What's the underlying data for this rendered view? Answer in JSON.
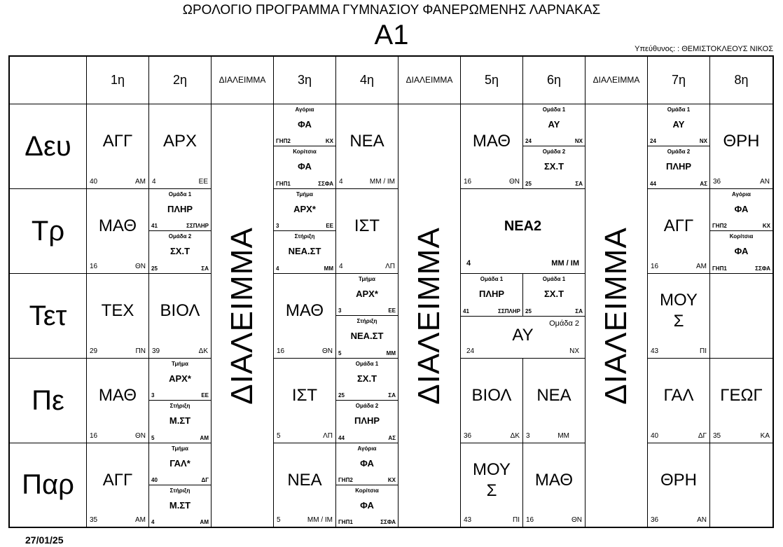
{
  "header": {
    "title": "ΩΡΟΛΟΓΙΟ ΠΡΟΓΡΑΜΜΑ ΓΥΜΝΑΣΙΟΥ ΦΑΝΕΡΩΜΕΝΗΣ ΛΑΡΝΑΚΑΣ",
    "class_name": "Α1",
    "responsible": "Υπεύθυνος: : ΘΕΜΙΣΤΟΚΛΕΟΥΣ ΝΙΚΟΣ"
  },
  "footer": {
    "date": "27/01/25"
  },
  "columns": {
    "p1": "1η",
    "p2": "2η",
    "b1": "ΔΙΑΛΕΙΜΜΑ",
    "p3": "3η",
    "p4": "4η",
    "b2": "ΔΙΑΛΕΙΜΜΑ",
    "p5": "5η",
    "p6": "6η",
    "b3": "ΔΙΑΛΕΙΜΜΑ",
    "p7": "7η",
    "p8": "8η"
  },
  "break_label": "ΔΙΑΛΕΙΜΜΑ",
  "days": [
    "Δευ",
    "Τρ",
    "Τετ",
    "Πε",
    "Παρ"
  ],
  "mon": {
    "p1": {
      "subject": "ΑΓΓ",
      "room": "40",
      "teacher": "ΑΜ"
    },
    "p2": {
      "subject": "ΑΡΧ",
      "room": "4",
      "teacher": "ΕΕ"
    },
    "p3": {
      "top": {
        "label": "Αγόρια",
        "subject": "ΦΑ",
        "room": "ΓΗΠ2",
        "teacher": "ΚΧ"
      },
      "bot": {
        "label": "Κορίτσια",
        "subject": "ΦΑ",
        "room": "ΓΗΠ1",
        "teacher": "ΣΣΦΑ"
      }
    },
    "p4": {
      "subject": "ΝΕΑ",
      "room": "4",
      "teacher": "ΜΜ / ΙΜ"
    },
    "p5": {
      "subject": "ΜΑΘ",
      "room": "16",
      "teacher": "ΘΝ"
    },
    "p6": {
      "top": {
        "label": "Ομάδα 1",
        "subject": "ΑΥ",
        "room": "24",
        "teacher": "ΝΧ"
      },
      "bot": {
        "label": "Ομάδα 2",
        "subject": "ΣΧ.Τ",
        "room": "25",
        "teacher": "ΣΑ"
      }
    },
    "p7": {
      "top": {
        "label": "Ομάδα 1",
        "subject": "ΑΥ",
        "room": "24",
        "teacher": "ΝΧ"
      },
      "bot": {
        "label": "Ομάδα 2",
        "subject": "ΠΛΗΡ",
        "room": "44",
        "teacher": "ΑΣ"
      }
    },
    "p8": {
      "subject": "ΘΡΗ",
      "room": "36",
      "teacher": "ΑΝ"
    }
  },
  "tue": {
    "p1": {
      "subject": "ΜΑΘ",
      "room": "16",
      "teacher": "ΘΝ"
    },
    "p2": {
      "top": {
        "label": "Ομάδα 1",
        "subject": "ΠΛΗΡ",
        "room": "41",
        "teacher": "ΣΣΠΛΗΡ"
      },
      "bot": {
        "label": "Ομάδα 2",
        "subject": "ΣΧ.Τ",
        "room": "25",
        "teacher": "ΣΑ"
      }
    },
    "p3": {
      "top": {
        "label": "Τμήμα",
        "subject": "ΑΡΧ*",
        "room": "3",
        "teacher": "ΕΕ"
      },
      "bot": {
        "label": "Στήριξη",
        "subject": "ΝΕΑ.ΣΤ",
        "room": "4",
        "teacher": "ΜΜ"
      }
    },
    "p4": {
      "subject": "ΙΣΤ",
      "room": "4",
      "teacher": "ΛΠ"
    },
    "p56": {
      "subject": "ΝΕΑ2",
      "room": "4",
      "teacher": "ΜΜ / ΙΜ"
    },
    "p7": {
      "subject": "ΑΓΓ",
      "room": "16",
      "teacher": "ΑΜ"
    },
    "p8": {
      "top": {
        "label": "Αγόρια",
        "subject": "ΦΑ",
        "room": "ΓΗΠ2",
        "teacher": "ΚΧ"
      },
      "bot": {
        "label": "Κορίτσια",
        "subject": "ΦΑ",
        "room": "ΓΗΠ1",
        "teacher": "ΣΣΦΑ"
      }
    }
  },
  "wed": {
    "p1": {
      "subject": "ΤΕΧ",
      "room": "29",
      "teacher": "ΠΝ"
    },
    "p2": {
      "subject": "ΒΙΟΛ",
      "room": "39",
      "teacher": "ΔΚ"
    },
    "p3": {
      "subject": "ΜΑΘ",
      "room": "16",
      "teacher": "ΘΝ"
    },
    "p4": {
      "top": {
        "label": "Τμήμα",
        "subject": "ΑΡΧ*",
        "room": "3",
        "teacher": "ΕΕ"
      },
      "bot": {
        "label": "Στήριξη",
        "subject": "ΝΕΑ.ΣΤ",
        "room": "5",
        "teacher": "ΜΜ"
      }
    },
    "p5": {
      "label": "Ομάδα 1",
      "subject": "ΠΛΗΡ",
      "room": "41",
      "teacher": "ΣΣΠΛΗΡ"
    },
    "p6": {
      "label": "Ομάδα 1",
      "subject": "ΣΧ.Τ",
      "room": "25",
      "teacher": "ΣΑ"
    },
    "p56b": {
      "note": "Ομάδα 2",
      "subject": "ΑΥ",
      "room": "24",
      "teacher": "ΝΧ"
    },
    "p7": {
      "subject": "ΜΟΥ Σ",
      "room": "43",
      "teacher": "ΠΙ"
    },
    "p8": {
      "subject": ""
    }
  },
  "thu": {
    "p1": {
      "subject": "ΜΑΘ",
      "room": "16",
      "teacher": "ΘΝ"
    },
    "p2": {
      "top": {
        "label": "Τμήμα",
        "subject": "ΑΡΧ*",
        "room": "3",
        "teacher": "ΕΕ"
      },
      "bot": {
        "label": "Στήριξη",
        "subject": "Μ.ΣΤ",
        "room": "5",
        "teacher": "ΑΜ"
      }
    },
    "p3": {
      "subject": "ΙΣΤ",
      "room": "5",
      "teacher": "ΛΠ"
    },
    "p4": {
      "top": {
        "label": "Ομάδα 1",
        "subject": "ΣΧ.Τ",
        "room": "25",
        "teacher": "ΣΑ"
      },
      "bot": {
        "label": "Ομάδα 2",
        "subject": "ΠΛΗΡ",
        "room": "44",
        "teacher": "ΑΣ"
      }
    },
    "p5": {
      "subject": "ΒΙΟΛ",
      "room": "36",
      "teacher": "ΔΚ"
    },
    "p6": {
      "subject": "ΝΕΑ",
      "room": "3",
      "teacher": "ΜΜ"
    },
    "p7": {
      "subject": "ΓΑΛ",
      "room": "40",
      "teacher": "ΔΓ"
    },
    "p8": {
      "subject": "ΓΕΩΓ",
      "room": "35",
      "teacher": "ΚΑ"
    }
  },
  "fri": {
    "p1": {
      "subject": "ΑΓΓ",
      "room": "35",
      "teacher": "ΑΜ"
    },
    "p2": {
      "top": {
        "label": "Τμήμα",
        "subject": "ΓΑΛ*",
        "room": "40",
        "teacher": "ΔΓ"
      },
      "bot": {
        "label": "Στήριξη",
        "subject": "Μ.ΣΤ",
        "room": "4",
        "teacher": "ΑΜ"
      }
    },
    "p3": {
      "subject": "ΝΕΑ",
      "room": "5",
      "teacher": "ΜΜ / ΙΜ"
    },
    "p4": {
      "top": {
        "label": "Αγόρια",
        "subject": "ΦΑ",
        "room": "ΓΗΠ2",
        "teacher": "ΚΧ"
      },
      "bot": {
        "label": "Κορίτσια",
        "subject": "ΦΑ",
        "room": "ΓΗΠ1",
        "teacher": "ΣΣΦΑ"
      }
    },
    "p5": {
      "subject": "ΜΟΥ Σ",
      "room": "43",
      "teacher": "ΠΙ"
    },
    "p6": {
      "subject": "ΜΑΘ",
      "room": "16",
      "teacher": "ΘΝ"
    },
    "p7": {
      "subject": "ΘΡΗ",
      "room": "36",
      "teacher": "ΑΝ"
    },
    "p8": {
      "subject": ""
    }
  }
}
